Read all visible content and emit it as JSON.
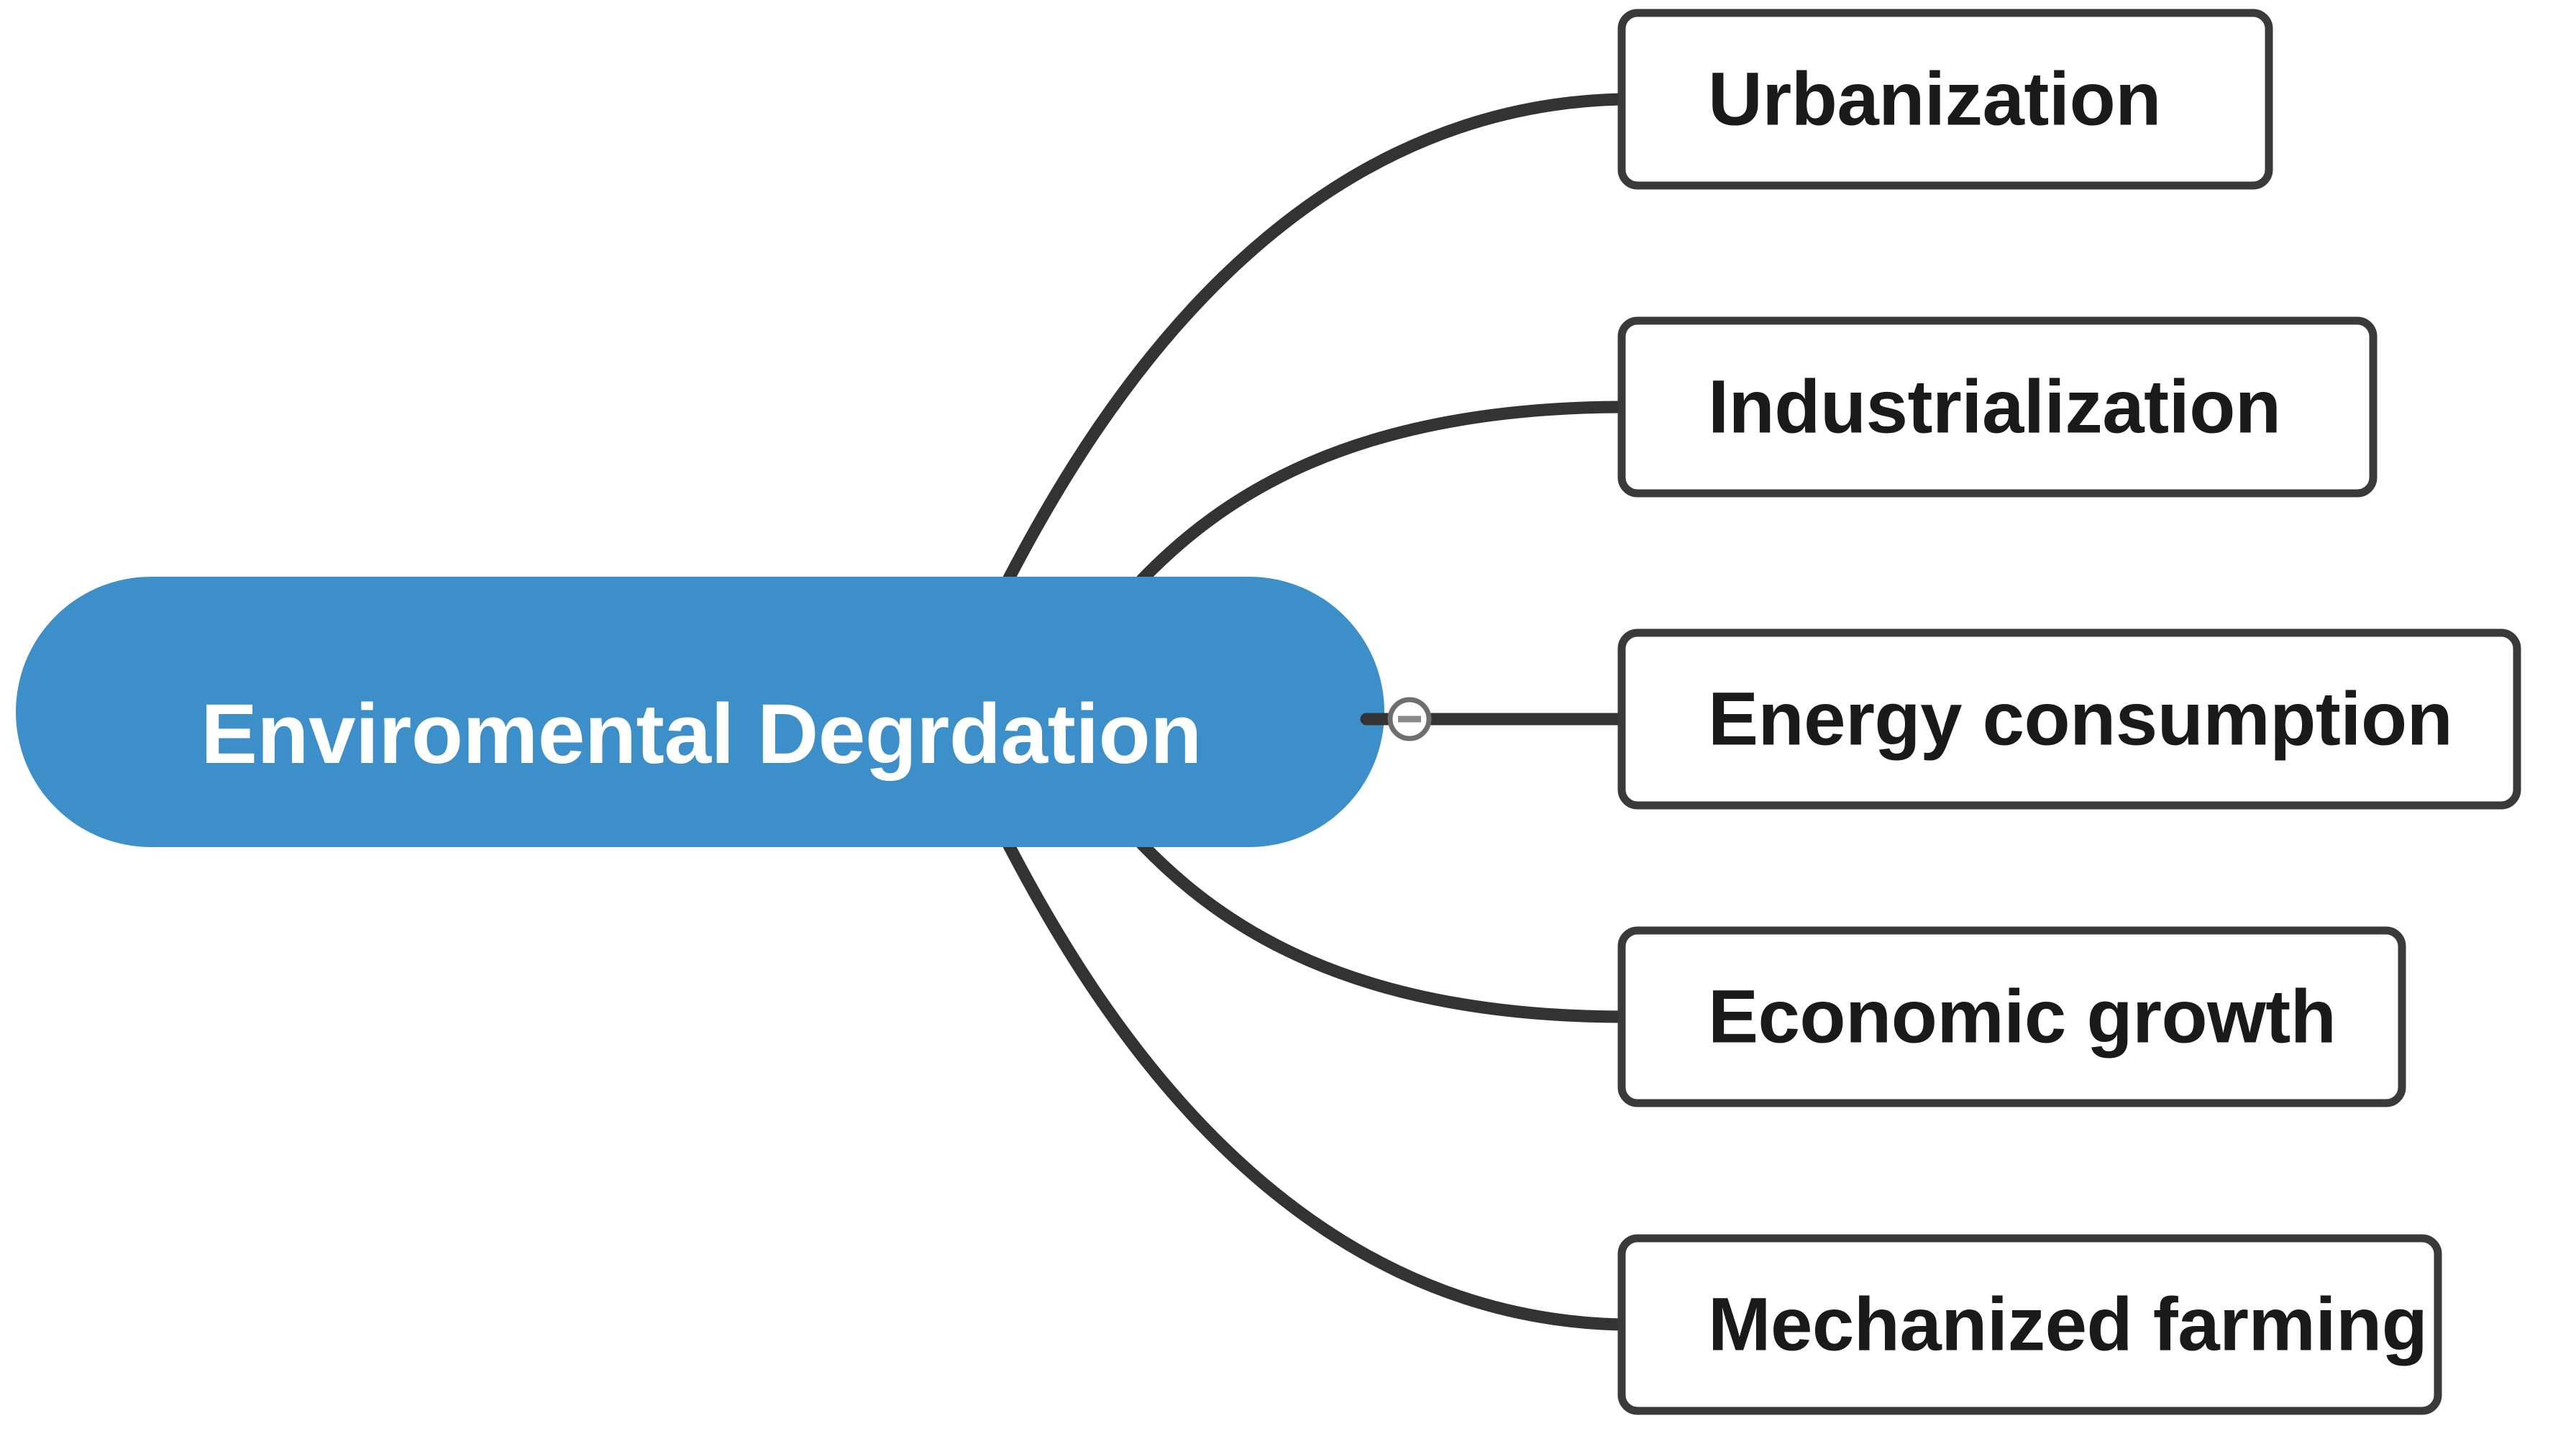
{
  "diagram": {
    "type": "mind-map",
    "title": "Enviromental Degrdation",
    "background_color": "#ffffff",
    "orientation": "left-root-right-branches",
    "root": {
      "label": "Enviromental Degrdation",
      "shape": "rounded-pill",
      "fill_color": "#3d8fc9",
      "text_color": "#ffffff"
    },
    "toggle": {
      "name": "collapse-toggle",
      "state": "expanded",
      "glyph": "minus",
      "circle_fill": "#ffffff",
      "circle_stroke": "#6e6e6e"
    },
    "connector_color": "#333333",
    "branch_box": {
      "fill_color": "#ffffff",
      "stroke_color": "#3a3a3a",
      "text_color": "#1a1a1a"
    },
    "branches": [
      {
        "label": "Urbanization",
        "connector": "curve"
      },
      {
        "label": "Industrialization",
        "connector": "curve"
      },
      {
        "label": "Energy consumption",
        "connector": "straight"
      },
      {
        "label": "Economic growth",
        "connector": "curve"
      },
      {
        "label": "Mechanized farming",
        "connector": "curve"
      }
    ]
  }
}
